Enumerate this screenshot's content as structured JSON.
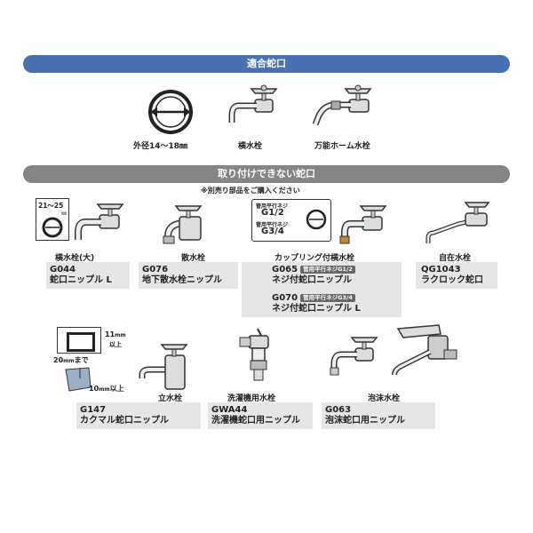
{
  "compatible": {
    "title": "適合蛇口",
    "items": [
      {
        "label": "外径14〜18㎜"
      },
      {
        "label": "横水栓"
      },
      {
        "label": "万能ホーム水栓"
      }
    ]
  },
  "incompatible": {
    "title": "取り付けできない蛇口",
    "note": "※別売り部品をご購入ください",
    "size_range": "21〜25",
    "size_unit": "㎜",
    "thread_label_1": "管用平行ネジ",
    "thread_1": "G1/2",
    "thread_label_2": "管用平行ネジ",
    "thread_2": "G3/4",
    "items": [
      {
        "label": "横水栓(大)",
        "code": "G044",
        "product": "蛇口ニップル L"
      },
      {
        "label": "散水栓",
        "code": "G076",
        "product": "地下散水栓ニップル"
      },
      {
        "label": "カップリング付横水栓",
        "code": "G065",
        "tag": "管用平行ネジG1/2",
        "product": "ネジ付蛇口ニップル",
        "code2": "G070",
        "tag2": "管用平行ネジG3/4",
        "product2": "ネジ付蛇口ニップル L"
      },
      {
        "label": "自在水栓",
        "code": "QG1043",
        "product": "ラクロック蛇口"
      },
      {
        "label": "立水栓",
        "code": "G147",
        "product": "カクマル蛇口ニップル",
        "dim_11": "11",
        "dim_11_unit": "mm",
        "dim_11_suffix": "以上",
        "dim_20": "20",
        "dim_20_unit": "mm",
        "dim_20_suffix": "まで",
        "dim_10": "10",
        "dim_10_unit": "mm",
        "dim_10_suffix": "以上"
      },
      {
        "label": "洗濯機用水栓",
        "code": "GWA44",
        "product": "洗濯機蛇口用ニップル"
      },
      {
        "label": "泡沫水栓",
        "code": "G063",
        "product": "泡沫蛇口用ニップル"
      }
    ]
  }
}
